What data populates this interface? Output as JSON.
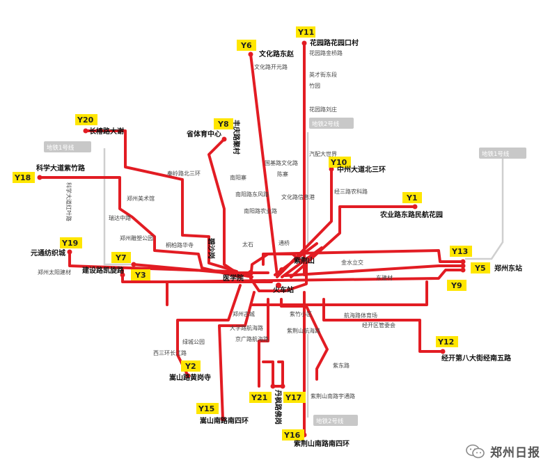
{
  "route_color": "#e21c23",
  "tag_color": "#ffe600",
  "metro_color": "#c8c8c8",
  "routes": {
    "y1": {
      "label": "Y1",
      "terminal": "农业路东路民航花园"
    },
    "y2": {
      "label": "Y2",
      "terminal": "嵩山路黄岗寺"
    },
    "y3": {
      "label": "Y3",
      "terminal": "建设路凯旋路"
    },
    "y5": {
      "label": "Y5",
      "terminal": "郑州东站"
    },
    "y6": {
      "label": "Y6",
      "terminal": "文化路东赵"
    },
    "y7": {
      "label": "Y7"
    },
    "y8": {
      "label": "Y8",
      "terminal": "省体育中心",
      "terminal2": "丰庆路聚村"
    },
    "y9": {
      "label": "Y9"
    },
    "y10": {
      "label": "Y10",
      "terminal": "中州大道北三环"
    },
    "y11": {
      "label": "Y11",
      "terminal": "花园路花园口村"
    },
    "y12": {
      "label": "Y12",
      "terminal": "经开第八大街经南五路"
    },
    "y13": {
      "label": "Y13"
    },
    "y15": {
      "label": "Y15",
      "terminal": "嵩山南路南四环"
    },
    "y16": {
      "label": "Y16",
      "terminal": "紫荆山南路南四环"
    },
    "y17": {
      "label": "Y17"
    },
    "y18": {
      "label": "Y18",
      "terminal": "科学大道紫竹路"
    },
    "y19": {
      "label": "Y19",
      "terminal": "元通纺织城"
    },
    "y20": {
      "label": "Y20",
      "terminal": "长椿路大谢"
    },
    "y21": {
      "label": "Y21",
      "terminal": "丹枫路佛岗"
    }
  },
  "hubs": {
    "zijingshan": "紫荆山",
    "huochezhan": "火车站",
    "yixueyuan": "医学院",
    "bishagang": "碧沙岗"
  },
  "metro": {
    "line1_west": "地铁1号线",
    "line1_east": "地铁1号线",
    "line2_north": "地铁2号线",
    "line2_south": "地铁2号线"
  },
  "stops": {
    "huayuanlu_jinqiao": "花园路金桥路",
    "wenhualu_kaiyuan": "文化路开元路",
    "yingcai_dongduan": "英才街东段",
    "zhuyuan": "竹园",
    "huayuan_liuzhuang": "花园路刘庄",
    "qiche_dashijie": "汽配大世界",
    "guoji_wenhualu": "国基路文化路",
    "chenzhai": "陈寨",
    "nanyangzhai": "南阳寨",
    "nanyang_dongfeng": "南阳路东风路",
    "wenhua_jingguang": "文化路信息港",
    "nanyang_nongye": "南阳路农业路",
    "jingsan_nongke": "经三路农科路",
    "taishixu": "太石",
    "tongtong": "通桥",
    "jinshui_lijiao": "金水立交",
    "dongjianshe": "东建材",
    "qinling_beisanhuan": "秦岭路北三环",
    "zhengzhou_meishuguan": "郑州美术馆",
    "ruida_zhonglu": "瑞达中路",
    "zhengzhou_diaosu": "郑州雕塑公园",
    "tongbo_huasi": "桐柏路华寺",
    "kexue_hongye": "科学大道红叶路",
    "zhengzhou_taiyang_jiancai": "郑州太阳建材",
    "zhengzhou_guchengshi": "郑州古城",
    "zizhuxiaoqu": "紫竹小区",
    "hanghai_tiyuchang": "航海路体育场",
    "jingkai_guanweihui": "经开区管委会",
    "daxue_hanghai": "大学路航海路",
    "zijingshan_hanghai": "紫荆山航海路",
    "jingguang_hanghai": "京广路航海路",
    "luchenggongyuan": "绿城公园",
    "xisanhuan_changjiang": "西三环长江路",
    "zidong_lu": "紫东路",
    "zijing_nanyu": "紫荆山南路宇通路"
  },
  "brand": {
    "name": "郑州日报",
    "logo_icon": "wechat-bubble-icon"
  }
}
